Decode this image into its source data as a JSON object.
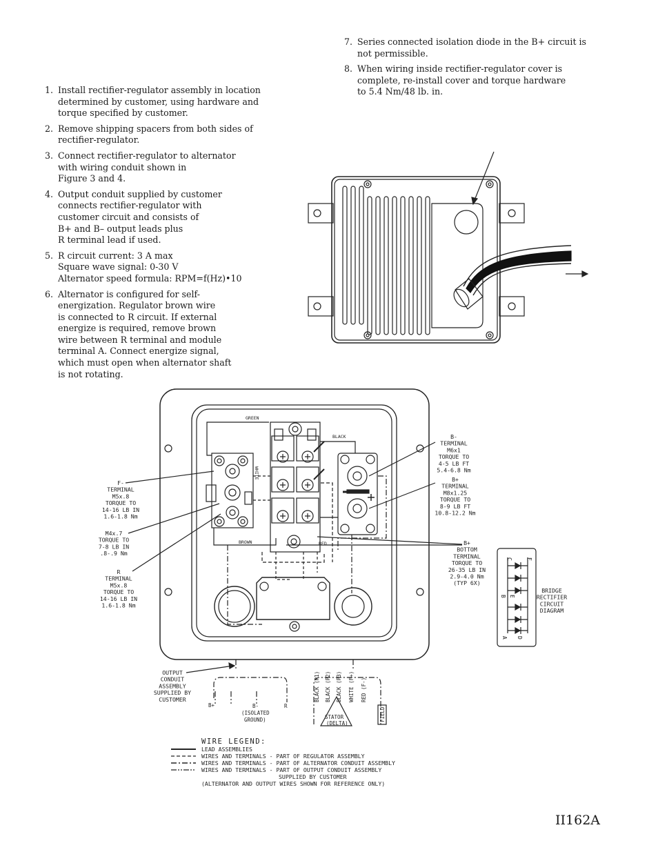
{
  "instructions_left": [
    {
      "num": "1.",
      "text": "Install rectifier-regulator assembly in location\ndetermined by customer, using hardware and\ntorque specified by customer."
    },
    {
      "num": "2.",
      "text": "Remove shipping spacers from both sides of\nrectifier-regulator."
    },
    {
      "num": "3.",
      "text": "Connect rectifier-regulator to alternator\nwith wiring conduit shown in\nFigure 3 and 4."
    },
    {
      "num": "4.",
      "text": "Output conduit supplied by customer\nconnects rectifier-regulator with\ncustomer circuit and consists of\nB+ and B– output leads plus\nR  terminal lead if used."
    },
    {
      "num": "5.",
      "text": "R circuit current: 3 A max\nSquare wave signal: 0-30 V\nAlternator speed formula: RPM=f(Hz)•10"
    },
    {
      "num": "6.",
      "text": "Alternator is configured for self-\nenergization. Regulator brown wire\nis connected to R circuit. If external\nenergize is required, remove brown\nwire between R terminal and module\nterminal A. Connect energize signal,\nwhich must open when alternator shaft\nis not rotating."
    }
  ],
  "instructions_right": [
    {
      "num": "7.",
      "text": "Series connected isolation diode in the B+ circuit is\nnot permissible."
    },
    {
      "num": "8.",
      "text": "When wiring inside rectifier-regulator cover is\ncomplete, re-install cover and torque hardware\nto 5.4 Nm/48 lb. in."
    }
  ],
  "diagram": {
    "wire_labels": {
      "green": "GREEN",
      "black": "BLACK",
      "white": "WHITE",
      "brown": "BROWN",
      "red": "RED",
      "blk_p1": "BLACK (P1)",
      "blk_p2": "BLACK (P2)",
      "blk_p3": "BLACK (P3)"
    },
    "callouts": {
      "f_minus": [
        "F-",
        "TERMINAL",
        "M5x.8",
        "TORQUE TO",
        "14-16 LB IN",
        "1.6-1.8 Nm"
      ],
      "m4": [
        "M4x.7",
        "TORQUE TO",
        "7-8 LB IN",
        ".8-.9 Nm"
      ],
      "r_term": [
        "R",
        "TERMINAL",
        "M5x.8",
        "TORQUE TO",
        "14-16 LB IN",
        "1.6-1.8 Nm"
      ],
      "b_minus": [
        "B-",
        "TERMINAL",
        "M6x1",
        "TORQUE TO",
        "4-5 LB FT",
        "5.4-6.8 Nm"
      ],
      "b_plus": [
        "B+",
        "TERMINAL",
        "M8x1.25",
        "TORQUE TO",
        "8-9 LB FT",
        "10.8-12.2 Nm"
      ],
      "b_plus_bottom": [
        "B+",
        "BOTTOM",
        "TERMINAL",
        "TORQUE TO",
        "26-35 LB IN",
        "2.9-4.0 Nm",
        "(TYP 6X)"
      ],
      "bridge": [
        "BRIDGE",
        "RECTIFIER",
        "CIRCUIT",
        "DIAGRAM"
      ],
      "output_conduit": [
        "OUTPUT",
        "CONDUIT",
        "ASSEMBLY",
        "SUPPLIED BY",
        "CUSTOMER"
      ]
    },
    "bottom_labels": {
      "b_plus": "B+",
      "b_minus": "B-",
      "isolated": [
        "(ISOLATED",
        "GROUND)"
      ],
      "r": "R",
      "alt_wires": [
        "BLACK (P1)",
        "BLACK (P2)",
        "BLACK (P3)",
        "WHITE (F+)",
        "RED (F-)"
      ],
      "stator": [
        "STATOR",
        "(DELTA)"
      ],
      "field": "FIELD"
    },
    "bridge_letters": {
      "c": "C",
      "f": "F",
      "b": "B",
      "e": "E",
      "a": "A",
      "d": "D"
    }
  },
  "legend": {
    "title": "WIRE LEGEND:",
    "rows": [
      "LEAD ASSEMBLIES",
      "WIRES AND TERMINALS - PART OF REGULATOR ASSEMBLY",
      "WIRES AND TERMINALS - PART OF ALTERNATOR CONDUIT ASSEMBLY",
      "WIRES AND TERMINALS - PART OF OUTPUT CONDUIT ASSEMBLY"
    ],
    "row4_cont": "SUPPLIED BY CUSTOMER",
    "note": "(ALTERNATOR AND OUTPUT WIRES SHOWN FOR REFERENCE ONLY)"
  },
  "figure_id": "II162A"
}
